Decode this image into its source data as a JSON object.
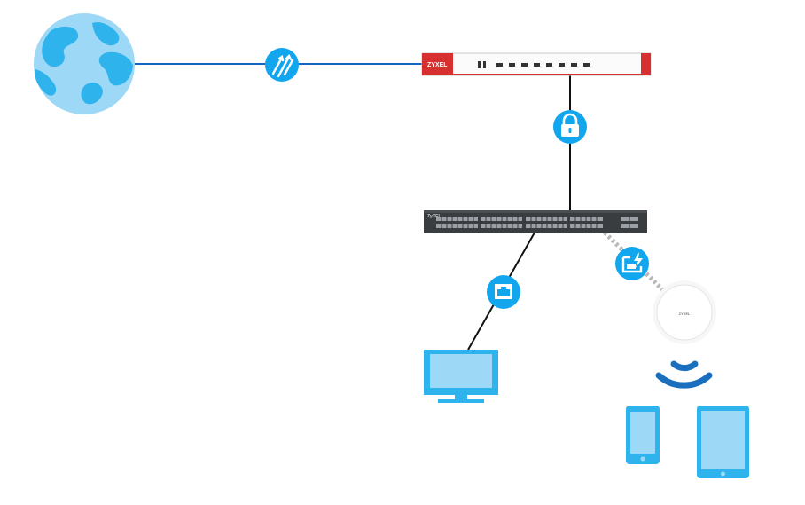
{
  "diagram": {
    "colors": {
      "link_blue": "#1565c0",
      "link_black": "#111111",
      "badge_blue": "#12a6ee",
      "firewall_red": "#d63031",
      "switch_dark": "#3a3d40",
      "device_light": "#9ed8f7",
      "device_blue": "#2fb3ec",
      "wifi_blue": "#1b6fbf",
      "ap_grey": "#e4e4e4"
    },
    "nodes": {
      "internet": {
        "icon": "globe-icon"
      },
      "firewall": {
        "icon": "firewall-appliance-icon",
        "brand": "ZYXEL"
      },
      "switch": {
        "icon": "network-switch-icon",
        "brand": "ZyXEL"
      },
      "access_point": {
        "icon": "wireless-access-point-icon",
        "brand": "ZYXEL"
      },
      "desktop": {
        "icon": "desktop-monitor-icon"
      },
      "phone": {
        "icon": "smartphone-icon"
      },
      "tablet": {
        "icon": "tablet-icon"
      }
    },
    "links": [
      {
        "from": "internet",
        "to": "firewall",
        "style": "blue-solid",
        "badge": "wan-speed-icon"
      },
      {
        "from": "firewall",
        "to": "switch",
        "style": "black-solid",
        "badge": "lock-icon"
      },
      {
        "from": "switch",
        "to": "desktop",
        "style": "black-solid",
        "badge": "ethernet-port-icon"
      },
      {
        "from": "switch",
        "to": "access_point",
        "style": "grey-dotted",
        "badge": "poe-power-icon"
      },
      {
        "from": "access_point",
        "to": "phone",
        "style": "wireless",
        "badge": "wifi-signal-icon"
      }
    ]
  }
}
